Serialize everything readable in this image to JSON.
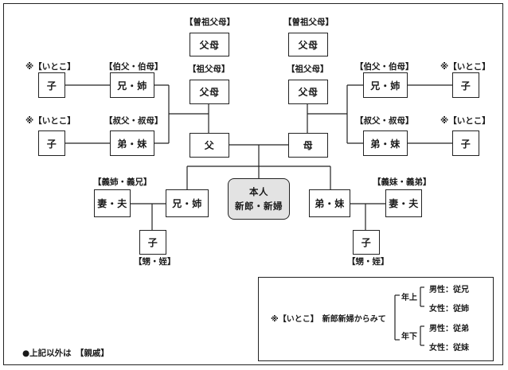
{
  "labels": {
    "great_grandparent": "【曽祖父母】",
    "grandparent": "【祖父母】",
    "elder_uncle_aunt": "【伯父・伯母】",
    "younger_uncle_aunt": "【叔父・叔母】",
    "cousin": "※【いとこ】",
    "sibling_in_law_elder": "【義姉・義兄】",
    "sibling_in_law_younger": "【義妹・義弟】",
    "nephew_niece": "【甥・姪】"
  },
  "boxes": {
    "great_grandparents": "父母",
    "grandparents": "父母",
    "father": "父",
    "mother": "母",
    "elder_siblings": "兄・姉",
    "younger_siblings": "弟・妹",
    "child": "子",
    "spouse": "妻・夫",
    "self_line1": "本人",
    "self_line2": "新郎・新婦"
  },
  "legend": {
    "title": "※【いとこ】　新郎新婦からみて",
    "older": "年上",
    "younger": "年下",
    "older_male": "男性：従兄",
    "older_female": "女性：従姉",
    "younger_male": "男性：従弟",
    "younger_female": "女性：従妹"
  },
  "footnote": "●上記以外は　【親戚】"
}
